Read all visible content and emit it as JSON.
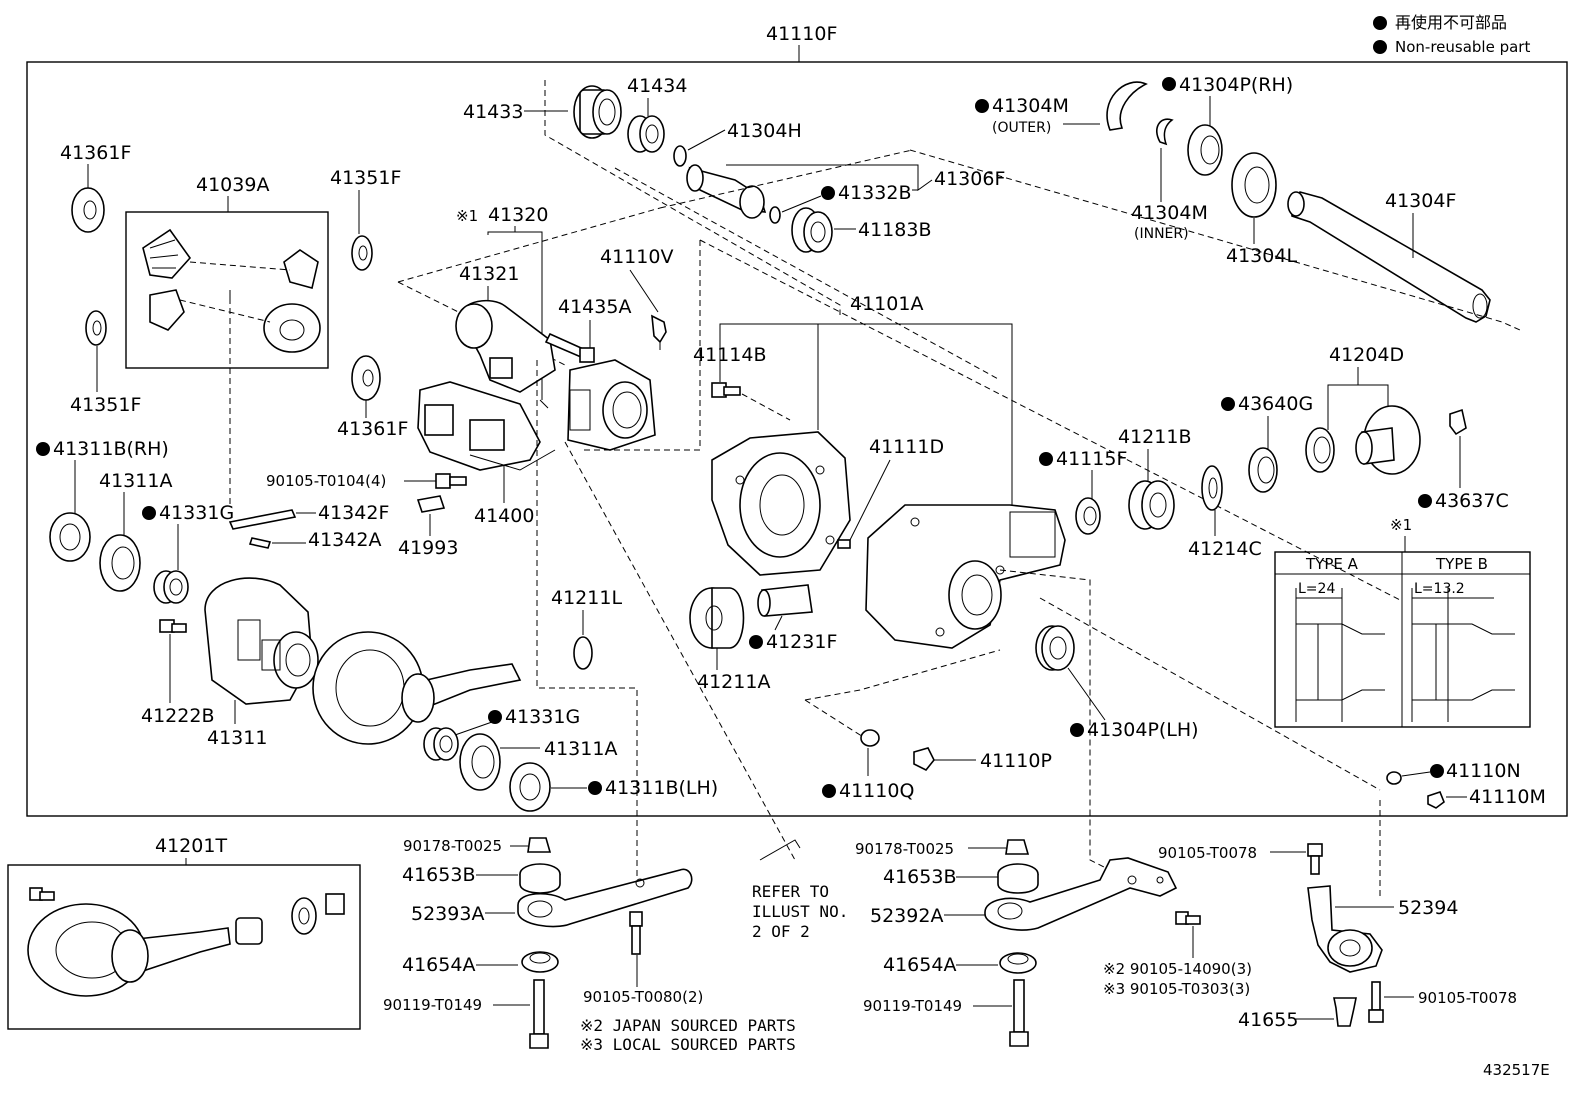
{
  "legend": {
    "jp": "再使用不可部品",
    "en": "Non-reusable part"
  },
  "assembly_label": "41110F",
  "figure_id": "432517E",
  "labels": {
    "p41433": "41433",
    "p41434": "41434",
    "p41304H": "41304H",
    "p41332B": "41332B",
    "p41306F": "41306F",
    "p41183B": "41183B",
    "p41304M_outer": "41304M",
    "outer": "(OUTER)",
    "p41304P_rh": "41304P(RH)",
    "p41304M_inner": "41304M",
    "inner": "(INNER)",
    "p41304L": "41304L",
    "p41304F": "41304F",
    "p41361F_a": "41361F",
    "p41039A": "41039A",
    "p41351F_a": "41351F",
    "p41351F_b": "41351F",
    "ref1_a": "※1",
    "p41320": "41320",
    "p41321": "41321",
    "p41110V": "41110V",
    "p41435A": "41435A",
    "p41101A": "41101A",
    "p41114B": "41114B",
    "p41361F_b": "41361F",
    "p41311B_rh": "41311B(RH)",
    "p41311A_a": "41311A",
    "p41331G_a": "41331G",
    "bolt_T0104": "90105-T0104(4)",
    "p41400": "41400",
    "p41342F": "41342F",
    "p41342A": "41342A",
    "p41993": "41993",
    "p41111D": "41111D",
    "p41115F": "41115F",
    "p41211B": "41211B",
    "p43640G": "43640G",
    "p41204D": "41204D",
    "p43637C": "43637C",
    "p41214C": "41214C",
    "ref1_b": "※1",
    "p41211L": "41211L",
    "p41211A": "41211A",
    "p41231F": "41231F",
    "p41222B": "41222B",
    "p41311": "41311",
    "p41331G_b": "41331G",
    "p41311A_b": "41311A",
    "p41311B_lh": "41311B(LH)",
    "p41304P_lh": "41304P(LH)",
    "p41110P": "41110P",
    "p41110Q": "41110Q",
    "p41110N": "41110N",
    "p41110M": "41110M",
    "p41201T": "41201T",
    "p90178_a": "90178-T0025",
    "p41653B_a": "41653B",
    "p52393A": "52393A",
    "p41654A_a": "41654A",
    "p90119_a": "90119-T0149",
    "p90105_T0080": "90105-T0080(2)",
    "refer1": "REFER TO",
    "refer2": "ILLUST NO.",
    "refer3": "2 OF 2",
    "p90178_b": "90178-T0025",
    "p41653B_b": "41653B",
    "p52392A": "52392A",
    "p41654A_b": "41654A",
    "p90119_b": "90119-T0149",
    "p90105_14090": "※2 90105-14090(3)",
    "p90105_T0303": "※3 90105-T0303(3)",
    "p90105_T0078_a": "90105-T0078",
    "p52394": "52394",
    "p41655": "41655",
    "p90105_T0078_b": "90105-T0078",
    "note2": "※2 JAPAN SOURCED PARTS",
    "note3": "※3 LOCAL SOURCED PARTS"
  },
  "type_table": {
    "type_a": "TYPE A",
    "type_b": "TYPE B",
    "dim_a": "L=24",
    "dim_b": "L=13.2"
  }
}
